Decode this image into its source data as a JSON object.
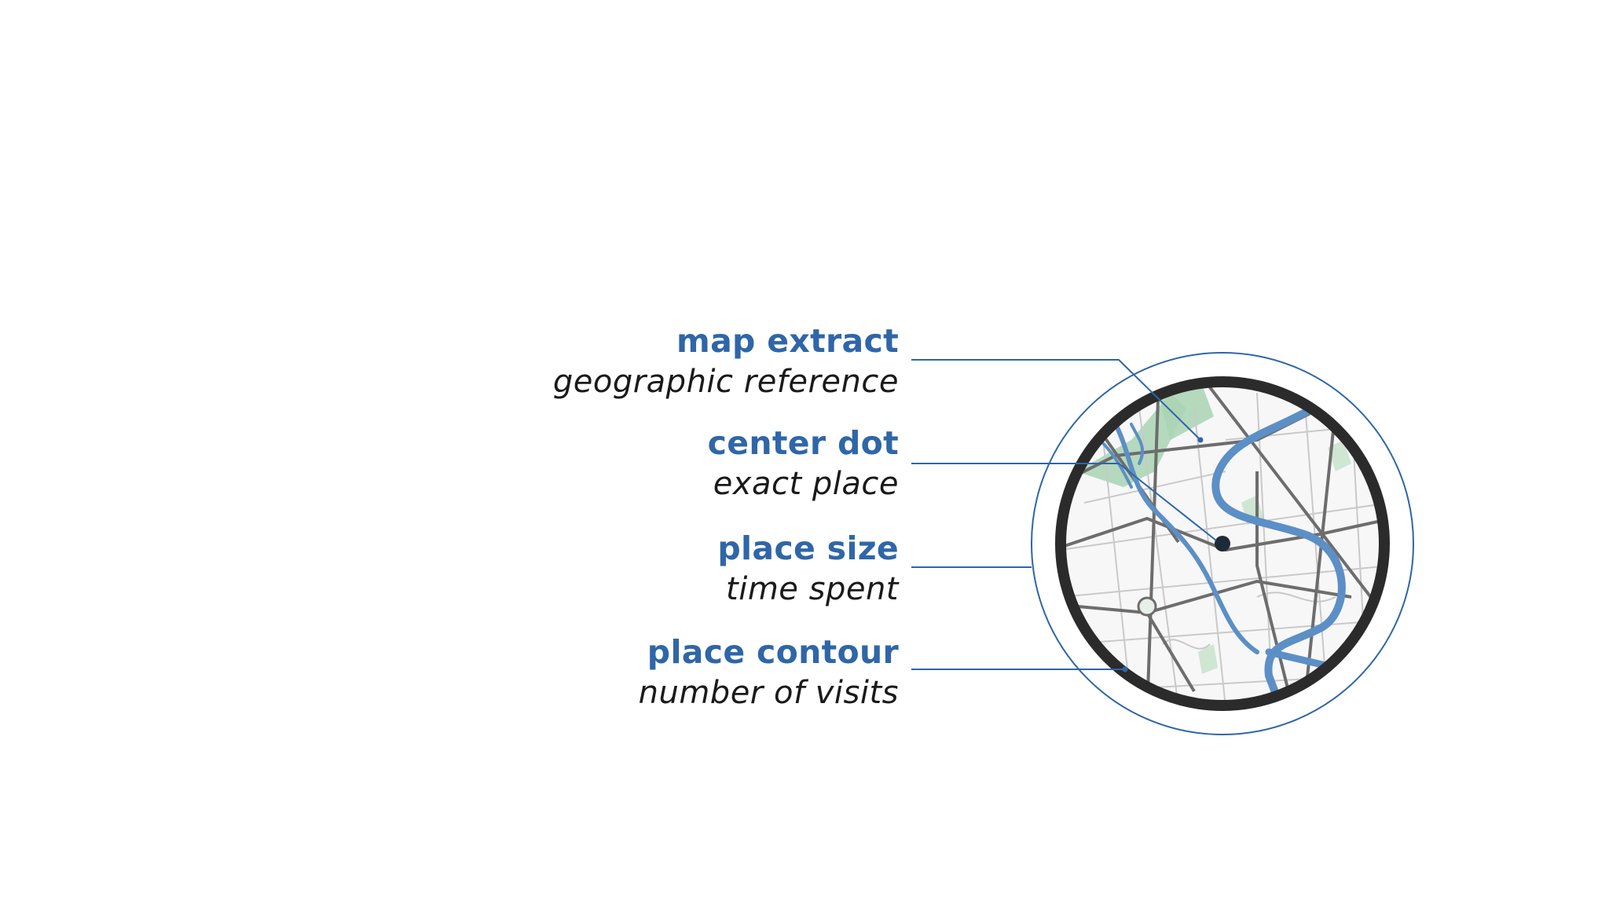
{
  "legend": {
    "items": [
      {
        "title": "map extract",
        "description": "geographic reference"
      },
      {
        "title": "center dot",
        "description": "exact place"
      },
      {
        "title": "place size",
        "description": "time spent"
      },
      {
        "title": "place contour",
        "description": "number of visits"
      }
    ]
  },
  "colors": {
    "accent_blue": "#2f66a8",
    "river_blue": "#5b8fc6",
    "park_green": "#a9d3b3",
    "contour_dark": "#2b2b2b",
    "road_gray": "#6d6d6d",
    "text_dark": "#1a1a1a"
  }
}
